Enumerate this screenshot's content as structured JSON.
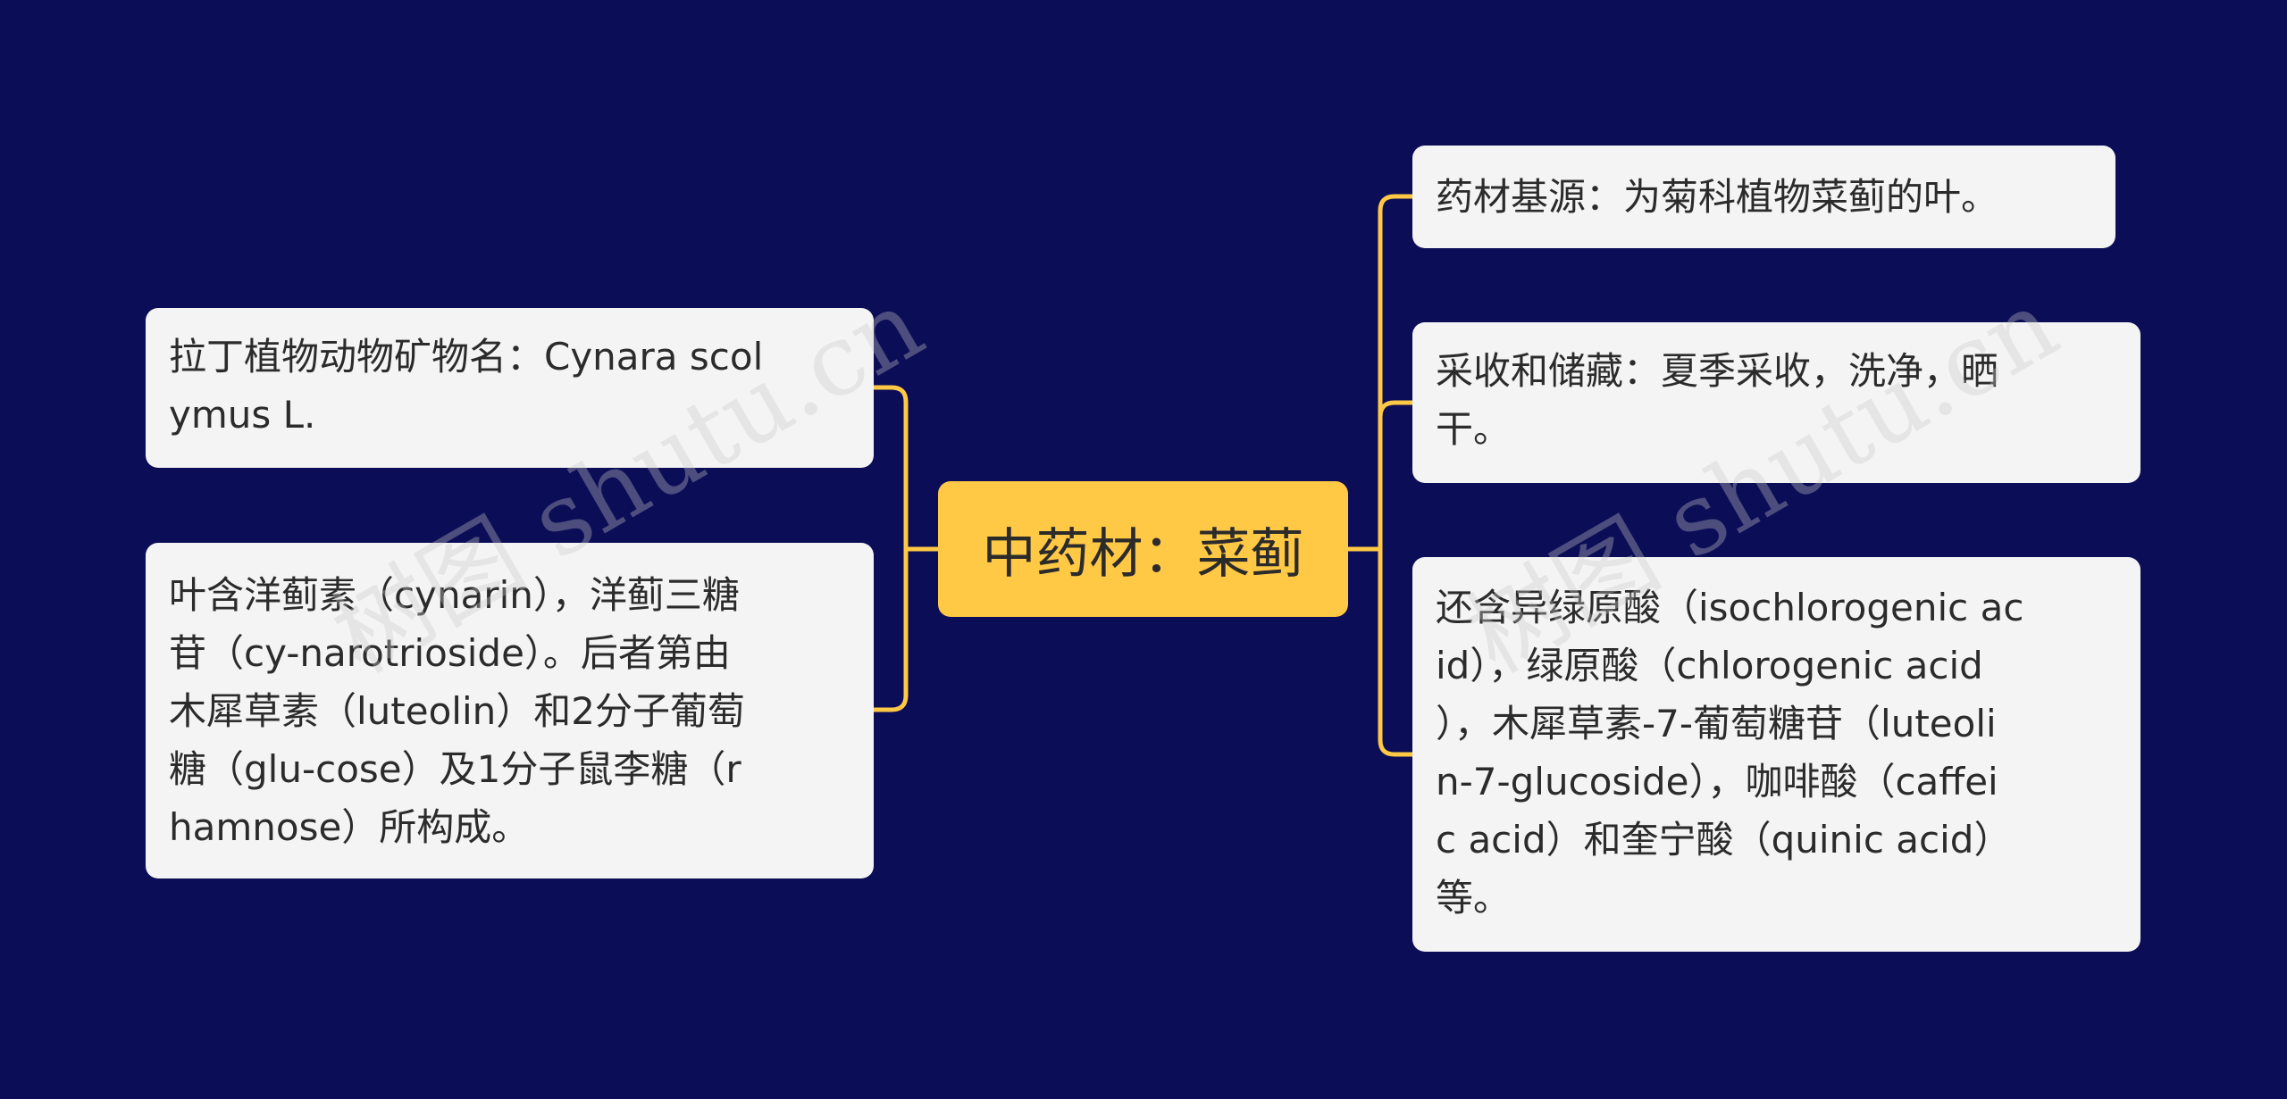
{
  "center": {
    "label": "中药材：菜蓟"
  },
  "left_nodes": [
    {
      "lines": [
        "拉丁植物动物矿物名：Cynara scol",
        "ymus L."
      ]
    },
    {
      "lines": [
        "叶含洋蓟素（cynarin），洋蓟三糖",
        "苷（cy-narotrioside）。后者第由",
        "木犀草素（luteolin）和2分子葡萄",
        "糖（glu-cose）及1分子鼠李糖（r",
        "hamnose）所构成。"
      ]
    }
  ],
  "right_nodes": [
    {
      "lines": [
        "药材基源：为菊科植物菜蓟的叶。"
      ]
    },
    {
      "lines": [
        "采收和储藏：夏季采收，洗净，晒",
        "干。"
      ]
    },
    {
      "lines": [
        "还含异绿原酸（isochlorogenic ac",
        "id），绿原酸（chlorogenic acid",
        "），木犀草素-7-葡萄糖苷（luteoli",
        "n-7-glucoside），咖啡酸（caffei",
        "c acid）和奎宁酸（quinic acid）",
        "等。"
      ]
    }
  ],
  "watermark": "树图 shutu.cn",
  "colors": {
    "background": "#0b0d57",
    "accent": "#ffc845",
    "node": "#f4f4f4"
  }
}
